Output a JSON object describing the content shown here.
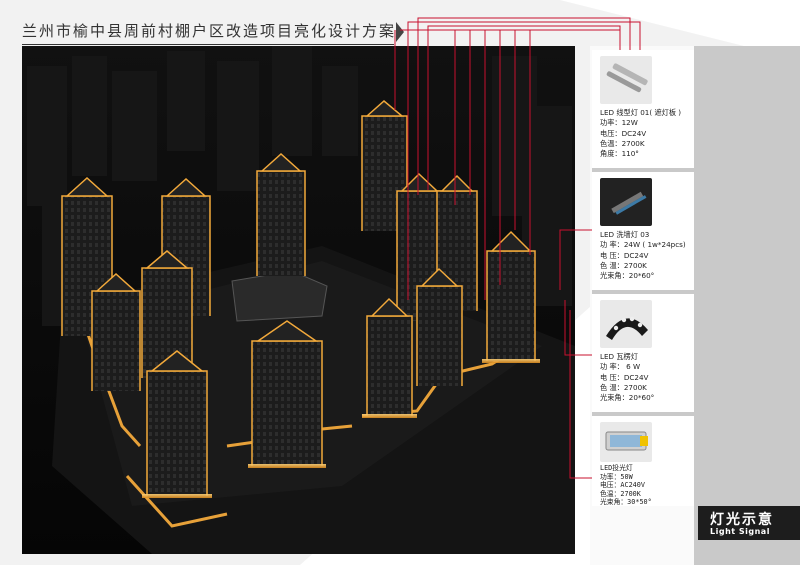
{
  "page": {
    "title": "兰州市榆中县周前村棚户区改造项目亮化设计方案"
  },
  "colors": {
    "leader_line": "#c8102e",
    "facade_light": "#f2a93b",
    "background_dark": "#050505"
  },
  "fixtures": [
    {
      "icon": "linear-light-icon",
      "lines": [
        "LED 线型灯 01( 遮灯板 )",
        "功率：12W",
        "电压：DC24V",
        "色温：2700K",
        "角度：110°"
      ]
    },
    {
      "icon": "wall-washer-icon",
      "lines": [
        "LED 洗墙灯 03",
        "功  率：24W ( 1w*24pcs)",
        "电  压：DC24V",
        "色  温：2700K",
        "光束角：20*60°"
      ]
    },
    {
      "icon": "tile-light-icon",
      "lines": [
        "LED 瓦楞灯",
        "功  率： 6 W",
        "电  压：DC24V",
        "色  温：2700K",
        "光束角：20*60°"
      ]
    },
    {
      "icon": "floodlight-icon",
      "lines": [
        "LED投光灯",
        "功率：50W",
        "电压：AC240V",
        "色温：2700K",
        "光束角：30*50°"
      ]
    }
  ],
  "badge": {
    "cn": "灯光示意",
    "en": "Light Signal"
  }
}
